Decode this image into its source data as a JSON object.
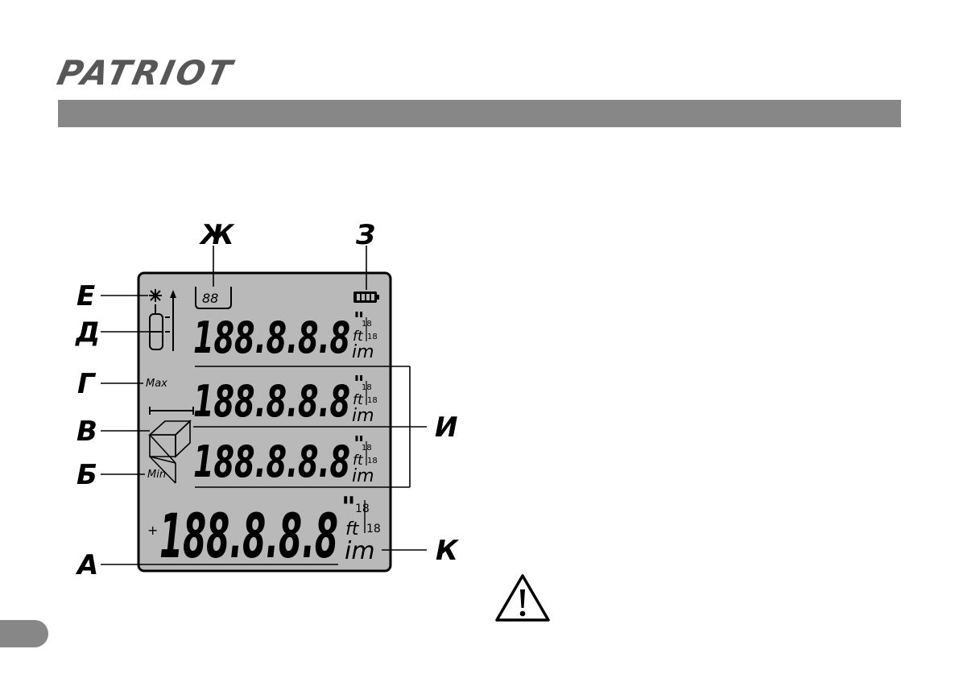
{
  "brand": {
    "logo_text": "PATRIOT"
  },
  "callouts": {
    "zh": "Ж",
    "z": "З",
    "e": "Е",
    "d": "Д",
    "g": "Г",
    "v": "В",
    "b": "Б",
    "a": "А",
    "i": "И",
    "k": "К"
  },
  "display": {
    "memory_digits": "88",
    "max_label": "Max",
    "min_label": "Min",
    "sign": "+",
    "digits": "188.8.8.8",
    "unit_inch": "\"",
    "unit_ft": "ft",
    "unit_m": "im",
    "fraction_1": "18",
    "fraction_2": "18"
  },
  "icons": {
    "warning": "warning-triangle-icon",
    "laser": "laser-star-icon",
    "battery": "battery-icon"
  },
  "colors": {
    "bar": "#878787",
    "lcd": "#b9b9b9",
    "logo": "#575757"
  }
}
